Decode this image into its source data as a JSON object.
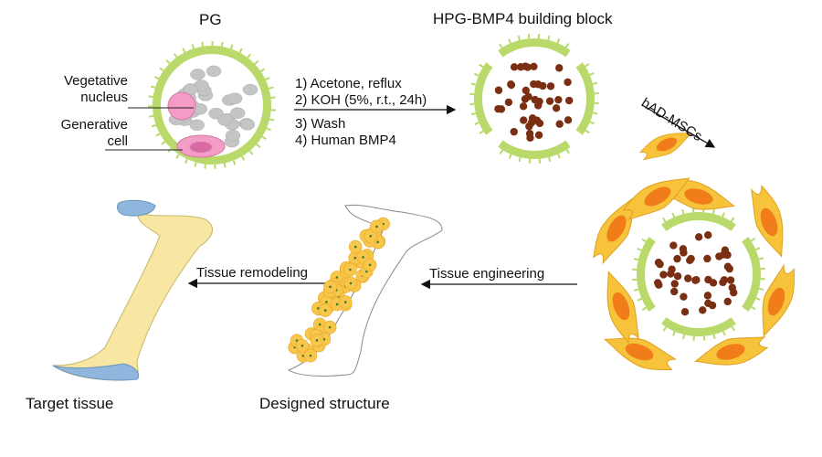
{
  "titles": {
    "pg": "PG",
    "hpg": "HPG-BMP4 building block"
  },
  "labels": {
    "vegetative_nucleus": [
      "Vegetative",
      "nucleus"
    ],
    "generative_cell": [
      "Generative",
      "cell"
    ]
  },
  "steps": [
    "1) Acetone, reflux",
    "2) KOH (5%, r.t., 24h)",
    "3) Wash",
    "4) Human BMP4"
  ],
  "cells_label": "hAD-MSCs",
  "arrows": {
    "tissue_engineering": "Tissue engineering",
    "tissue_remodeling": "Tissue remodeling"
  },
  "captions": {
    "target_tissue": "Target tissue",
    "designed_structure": "Designed structure"
  },
  "colors": {
    "shell": "#b9d96a",
    "granule": "#c4c5c7",
    "pink": "#f29cc6",
    "dot": "#7a2f12",
    "cell_orange": "#f07d1a",
    "cell_yellow": "#f7c33a",
    "bone": "#f7e7a3",
    "cartilage": "#8fb6dd"
  }
}
